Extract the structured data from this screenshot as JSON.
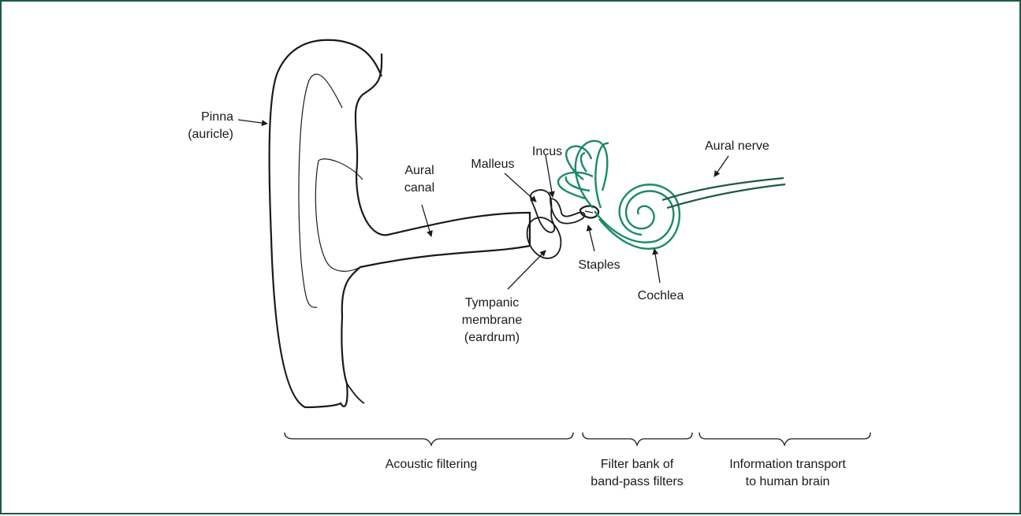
{
  "labels": {
    "pinna": "Pinna\n(auricle)",
    "aural_canal": "Aural\ncanal",
    "malleus": "Malleus",
    "incus": "Incus",
    "aural_nerve": "Aural nerve",
    "staples": "Staples",
    "cochlea": "Cochlea",
    "tympanic_membrane": "Tympanic\nmembrane\n(eardrum)"
  },
  "stages": {
    "acoustic": "Acoustic filtering",
    "filter_bank": "Filter bank of\nband-pass filters",
    "transport": "Information transport\nto human brain"
  },
  "colors": {
    "frame": "#1e5a45",
    "inner_ear": "#1a8a6a",
    "nerve": "#1e5a45",
    "ink": "#1a1a1a"
  }
}
